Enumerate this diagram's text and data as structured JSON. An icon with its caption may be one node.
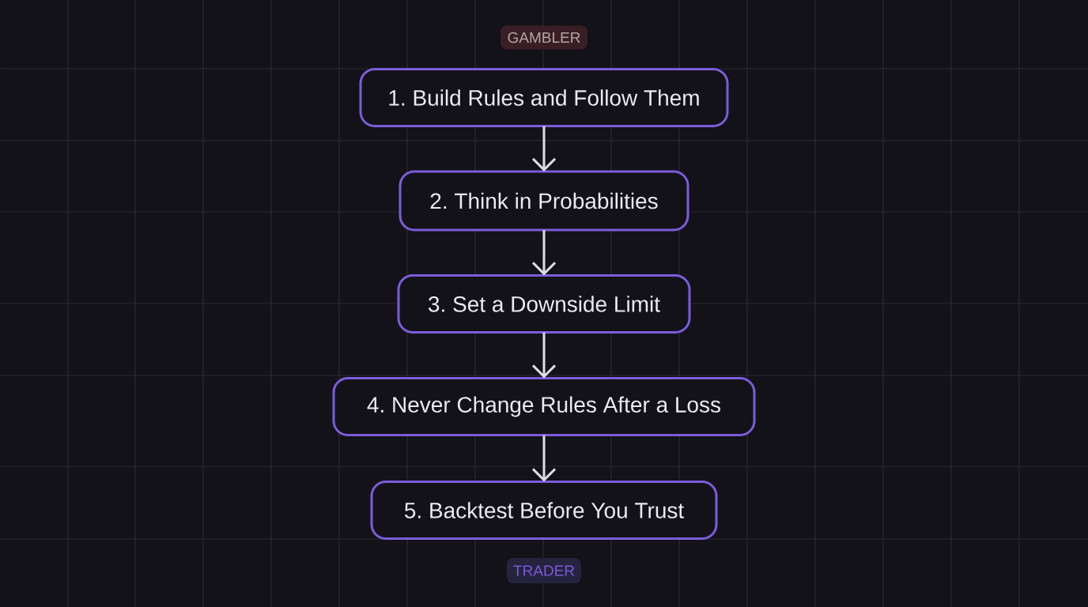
{
  "diagram": {
    "nodes": [
      {
        "text": [
          "GAMBLER"
        ]
      },
      {
        "text": [
          "1. Build Rules and Follow Them"
        ]
      },
      {
        "text": [
          "2. Think in Probabilities"
        ]
      },
      {
        "text": [
          "3. Set a Downside Limit"
        ]
      },
      {
        "text": [
          "4. Never Change Rules After a Loss"
        ]
      },
      {
        "text": [
          "5. Backtest Before You Trust"
        ]
      },
      {
        "text": [
          "TRADER"
        ]
      }
    ],
    "edges": [
      {
        "from": 1,
        "to": 2,
        "arrow": "to"
      },
      {
        "from": 2,
        "to": 3,
        "arrow": "to"
      },
      {
        "from": 3,
        "to": 4,
        "arrow": "to"
      },
      {
        "from": 4,
        "to": 5,
        "arrow": "to"
      }
    ]
  }
}
